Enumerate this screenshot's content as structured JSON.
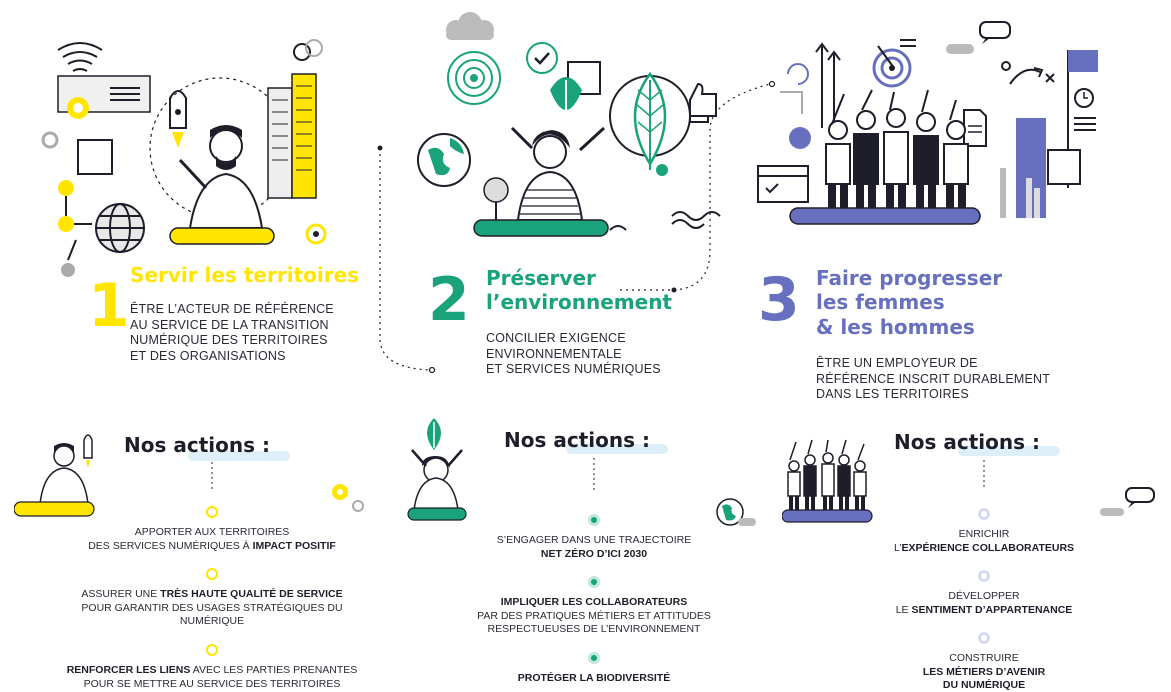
{
  "colors": {
    "yellow": "#FFE500",
    "green": "#1AA37A",
    "purple": "#6670BF",
    "lightblue": "#DDEFF8",
    "dark": "#1E1E2A"
  },
  "pillars": [
    {
      "number": "1",
      "title_lines": [
        "Servir les territoires"
      ],
      "subtitle_lines": [
        "ÊTRE L’ACTEUR DE RÉFÉRENCE",
        "AU SERVICE DE LA TRANSITION",
        "NUMÉRIQUE DES TERRITOIRES",
        "ET DES ORGANISATIONS"
      ]
    },
    {
      "number": "2",
      "title_lines": [
        "Préserver",
        "l’environnement"
      ],
      "subtitle_lines": [
        "CONCILIER EXIGENCE",
        "ENVIRONNEMENTALE",
        "ET SERVICES NUMÉRIQUES"
      ]
    },
    {
      "number": "3",
      "title_lines": [
        "Faire progresser",
        "les femmes",
        "& les hommes"
      ],
      "subtitle_lines": [
        "ÊTRE UN EMPLOYEUR DE",
        "RÉFÉRENCE INSCRIT DURABLEMENT",
        "DANS LES TERRITOIRES"
      ]
    }
  ],
  "actions_heading": "Nos actions :",
  "action_columns": [
    {
      "items": [
        {
          "lines": [
            [
              [
                "APPORTER AUX TERRITOIRES",
                false
              ]
            ],
            [
              [
                "DES SERVICES NUMÉRIQUES À ",
                false
              ],
              [
                "IMPACT POSITIF",
                true
              ]
            ]
          ]
        },
        {
          "lines": [
            [
              [
                "ASSURER UNE ",
                false
              ],
              [
                "TRÈS HAUTE QUALITÉ DE SERVICE",
                true
              ]
            ],
            [
              [
                "POUR GARANTIR DES USAGES STRATÉGIQUES DU",
                false
              ]
            ],
            [
              [
                "NUMÉRIQUE",
                false
              ]
            ]
          ]
        },
        {
          "lines": [
            [
              [
                "RENFORCER LES LIENS",
                true
              ],
              [
                " AVEC LES PARTIES PRENANTES",
                false
              ]
            ],
            [
              [
                "POUR SE METTRE AU SERVICE DES TERRITOIRES",
                false
              ]
            ]
          ]
        }
      ]
    },
    {
      "items": [
        {
          "lines": [
            [
              [
                "S’ENGAGER DANS UNE TRAJECTOIRE",
                false
              ]
            ],
            [
              [
                "NET ZÉRO D’ICI 2030",
                true
              ]
            ]
          ]
        },
        {
          "lines": [
            [
              [
                "IMPLIQUER LES COLLABORATEURS",
                true
              ]
            ],
            [
              [
                "PAR DES PRATIQUES MÉTIERS ET ATTITUDES",
                false
              ]
            ],
            [
              [
                "RESPECTUEUSES DE L’ENVIRONNEMENT",
                false
              ]
            ]
          ]
        },
        {
          "lines": [
            [
              [
                "PROTÉGER LA BIODIVERSITÉ",
                true
              ]
            ]
          ]
        }
      ]
    },
    {
      "items": [
        {
          "lines": [
            [
              [
                "ENRICHIR",
                false
              ]
            ],
            [
              [
                "L’",
                false
              ],
              [
                "EXPÉRIENCE COLLABORATEURS",
                true
              ]
            ]
          ]
        },
        {
          "lines": [
            [
              [
                "DÉVELOPPER",
                false
              ]
            ],
            [
              [
                "LE ",
                false
              ],
              [
                "SENTIMENT D’APPARTENANCE",
                true
              ]
            ]
          ]
        },
        {
          "lines": [
            [
              [
                "CONSTRUIRE",
                false
              ]
            ],
            [
              [
                "LES MÉTIERS D’AVENIR",
                true
              ]
            ],
            [
              [
                "DU NUMÉRIQUE",
                true
              ]
            ]
          ]
        }
      ]
    }
  ]
}
